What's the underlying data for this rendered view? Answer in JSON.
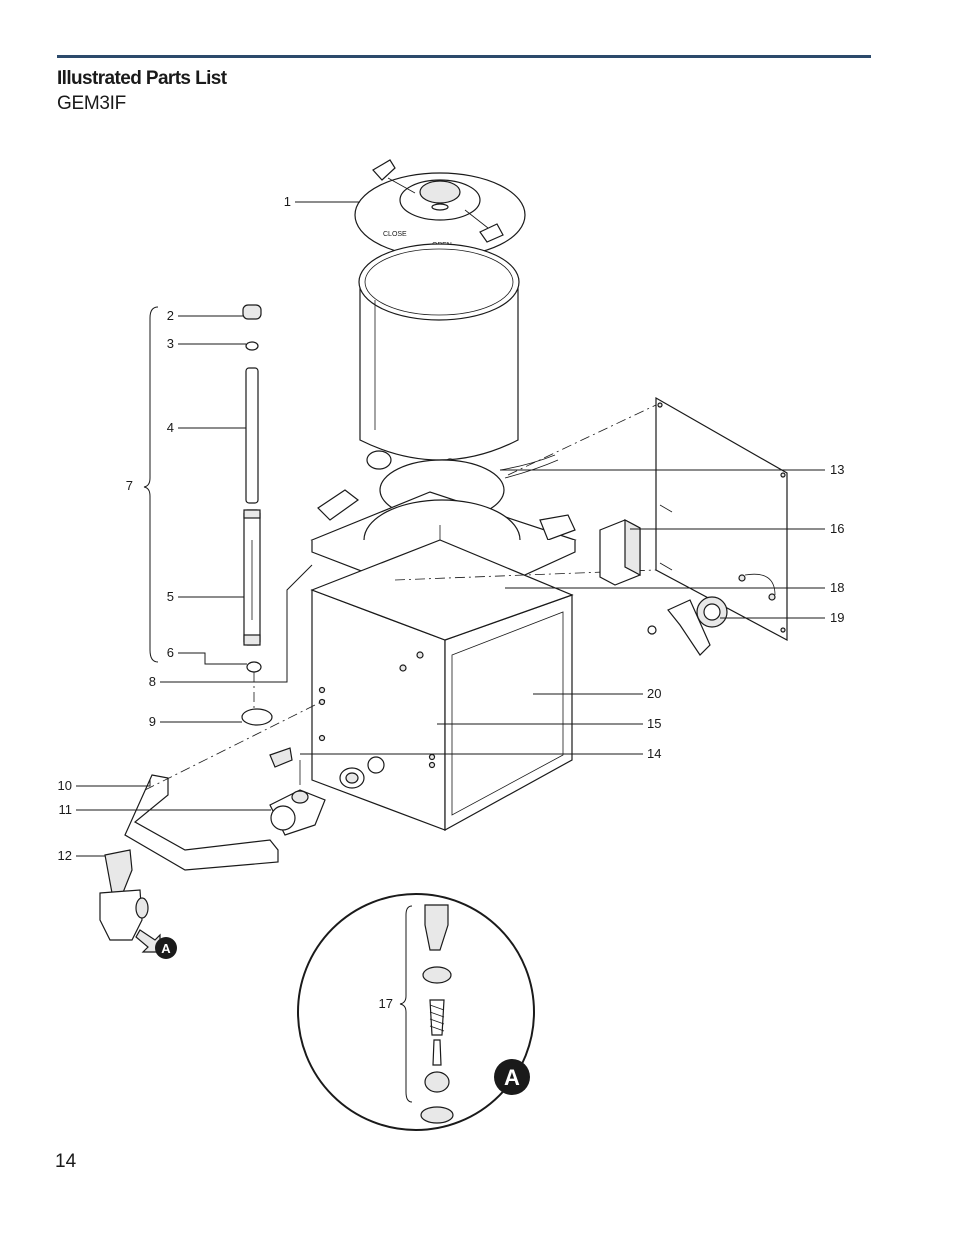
{
  "header": {
    "title": "Illustrated Parts List",
    "model": "GEM3IF"
  },
  "page_number": "14",
  "callouts": {
    "c1": "1",
    "c2": "2",
    "c3": "3",
    "c4": "4",
    "c5": "5",
    "c6": "6",
    "c7": "7",
    "c8": "8",
    "c9": "9",
    "c10": "10",
    "c11": "11",
    "c12": "12",
    "c13": "13",
    "c14": "14",
    "c15": "15",
    "c16": "16",
    "c17": "17",
    "c18": "18",
    "c19": "19",
    "c20": "20"
  },
  "detail_marker": "A",
  "lid_text": {
    "close": "CLOSE",
    "open": "OPEN"
  }
}
